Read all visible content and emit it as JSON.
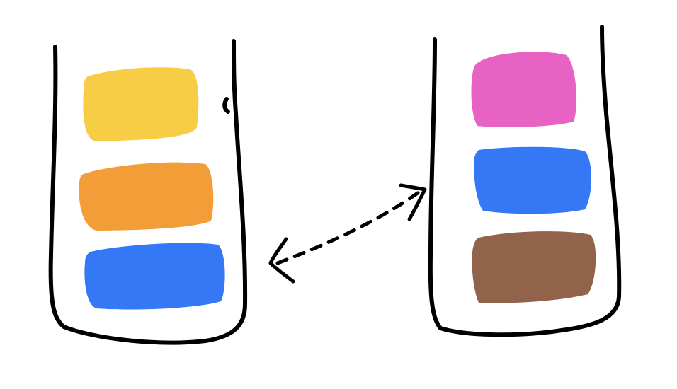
{
  "containers": [
    {
      "id": "left",
      "swatches": [
        {
          "name": "yellow",
          "color": "#F7CD45"
        },
        {
          "name": "orange",
          "color": "#F29D38"
        },
        {
          "name": "blue",
          "color": "#3478F6"
        }
      ]
    },
    {
      "id": "right",
      "swatches": [
        {
          "name": "pink",
          "color": "#E862C4"
        },
        {
          "name": "blue",
          "color": "#3478F6"
        },
        {
          "name": "brown",
          "color": "#91634A"
        }
      ]
    }
  ],
  "connector": {
    "style": "dashed",
    "direction": "bidirectional"
  }
}
